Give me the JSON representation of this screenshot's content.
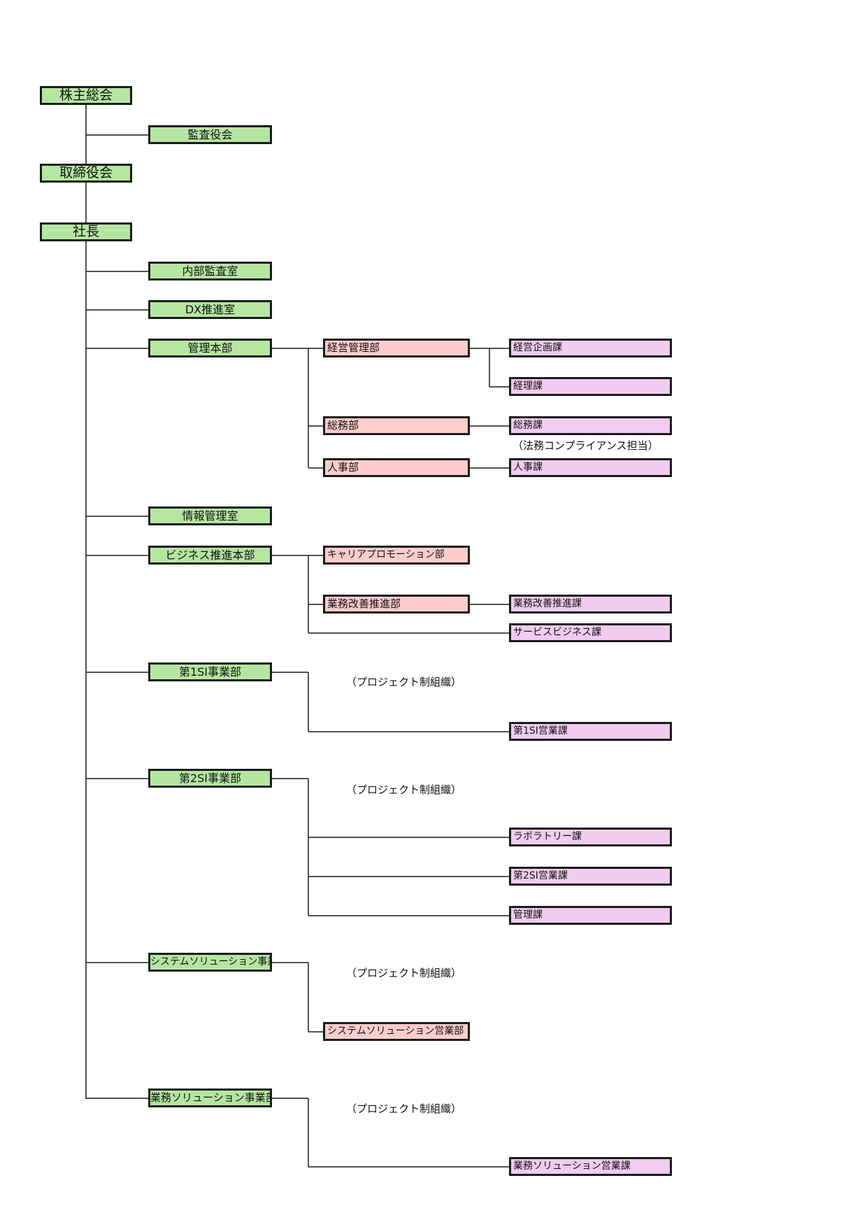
{
  "nodes": {
    "shareholders_meeting": "株主総会",
    "audit_board": "監査役会",
    "board_of_directors": "取締役会",
    "president": "社長",
    "internal_audit_office": "内部監査室",
    "dx_promotion_office": "DX推進室",
    "admin_hq": "管理本部",
    "management_admin_dept": "経営管理部",
    "management_planning_section": "経営企画課",
    "accounting_section": "経理課",
    "general_affairs_dept": "総務部",
    "general_affairs_section": "総務課",
    "hr_dept": "人事部",
    "hr_section": "人事課",
    "info_management_office": "情報管理室",
    "business_promotion_hq": "ビジネス推進本部",
    "career_promotion_dept": "キャリアプロモーション部",
    "business_improvement_dept": "業務改善推進部",
    "business_improvement_section": "業務改善推進課",
    "service_business_section": "サービスビジネス課",
    "si1_division": "第1SI事業部",
    "si1_sales_section": "第1SI営業課",
    "si2_division": "第2SI事業部",
    "laboratory_section": "ラボラトリー課",
    "si2_sales_section": "第2SI営業課",
    "management_section": "管理課",
    "system_solution_division": "システムソリューション事業部",
    "system_solution_sales_dept": "システムソリューション営業部",
    "business_solution_division": "業務ソリューション事業部",
    "business_solution_sales_section": "業務ソリューション営業課"
  },
  "notes": {
    "legal_compliance": "（法務コンプライアンス担当）",
    "project_org_1": "（プロジェクト制組織）",
    "project_org_2": "（プロジェクト制組織）",
    "project_org_3": "（プロジェクト制組織）",
    "project_org_4": "（プロジェクト制組織）"
  },
  "colors": {
    "level1": "#b5e6a1",
    "level2": "#ffcccc",
    "level3": "#f0ccee",
    "border": "#1a1a1a"
  }
}
